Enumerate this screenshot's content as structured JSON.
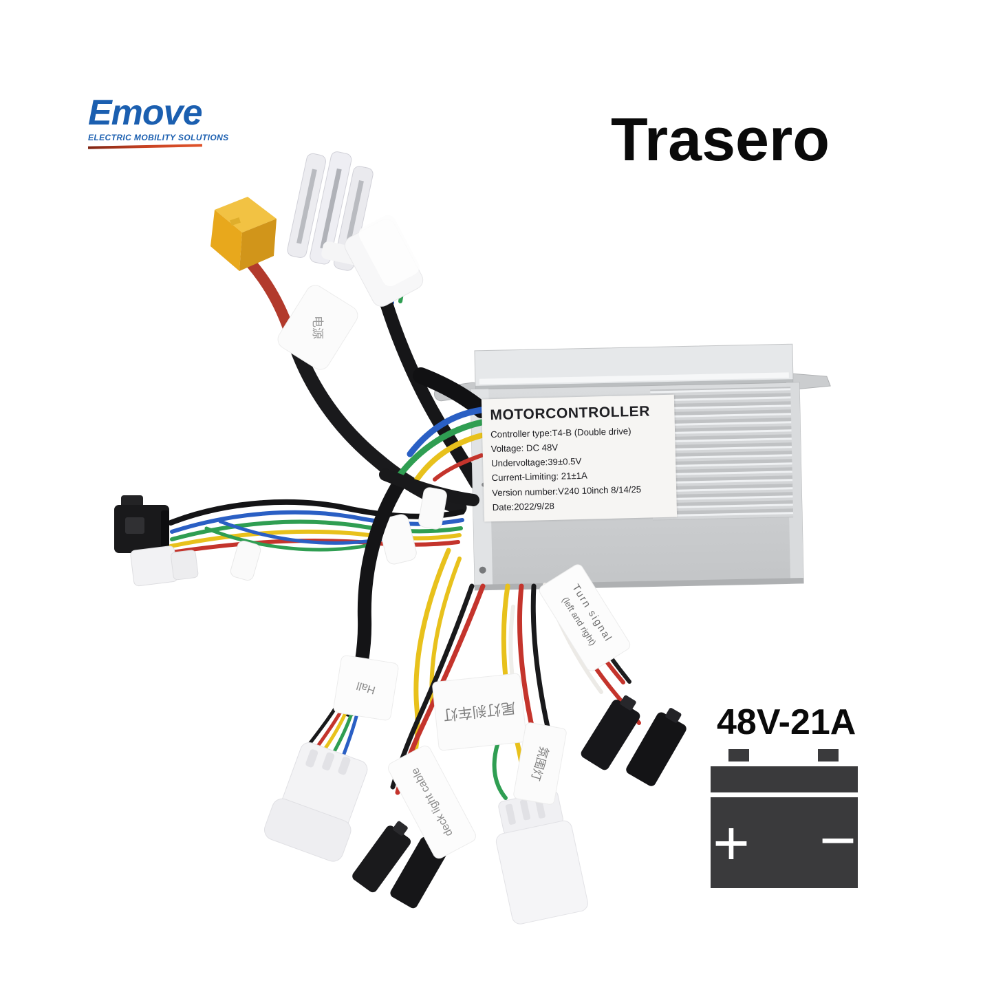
{
  "brand": {
    "name": "Emove",
    "tagline": "ELECTRIC MOBILITY SOLUTIONS"
  },
  "page": {
    "title": "Trasero"
  },
  "controller_label": {
    "title": "MOTORCONTROLLER",
    "lines": [
      "Controller type:T4-B (Double drive)",
      "Voltage: DC 48V",
      "Undervoltage:39±0.5V",
      "Current-Limiting: 21±1A",
      "Version number:V240 10inch 8/14/25",
      "Date:2022/9/28"
    ]
  },
  "battery": {
    "rating": "48V-21A",
    "icon": "battery-icon",
    "plus": "+",
    "minus": "−"
  },
  "wire_tags": {
    "power": "电源",
    "hall": "Hall",
    "deck_light": "deck light cable",
    "tail_brake_light": "尾灯刹车灯",
    "ambient_light": "氛围灯",
    "turn_signal": {
      "line1": "Turn signal",
      "line2": "(left and right)"
    }
  },
  "colors": {
    "brand_blue": "#1b5fb0",
    "underline_from": "#7e2413",
    "underline_to": "#e0532a",
    "title_black": "#0a0a0a",
    "battery_icon": "#3a3a3c",
    "controller_silver": "#d6d8da",
    "label_bg": "#f6f5f3",
    "wire_red": "#c4342c",
    "wire_yellow": "#e8c11c",
    "wire_green": "#2f9e52",
    "wire_blue": "#2a5fc4",
    "wire_black": "#19191b",
    "xt60_yellow": "#f2c243"
  }
}
